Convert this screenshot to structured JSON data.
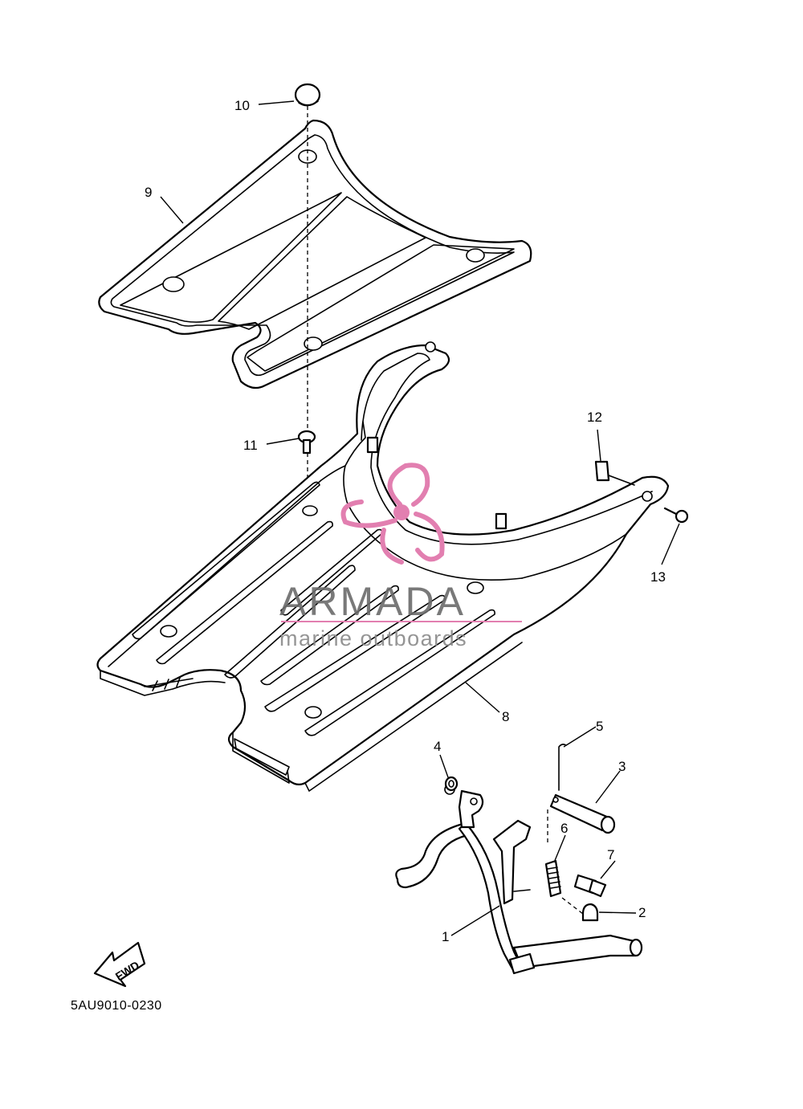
{
  "diagram": {
    "part_code": "5AU9010-0230",
    "fwd_label": "FWD",
    "watermark": {
      "brand": "ARMADA",
      "tagline": "marine outboards",
      "accent_color": "#e27fb0",
      "text_color": "#6b6b6b"
    },
    "callouts": [
      {
        "id": "1",
        "label": "1"
      },
      {
        "id": "2",
        "label": "2"
      },
      {
        "id": "3",
        "label": "3"
      },
      {
        "id": "4",
        "label": "4"
      },
      {
        "id": "5",
        "label": "5"
      },
      {
        "id": "6",
        "label": "6"
      },
      {
        "id": "7",
        "label": "7"
      },
      {
        "id": "8",
        "label": "8"
      },
      {
        "id": "9",
        "label": "9"
      },
      {
        "id": "10",
        "label": "10"
      },
      {
        "id": "11",
        "label": "11"
      },
      {
        "id": "12",
        "label": "12"
      },
      {
        "id": "13",
        "label": "13"
      }
    ]
  }
}
